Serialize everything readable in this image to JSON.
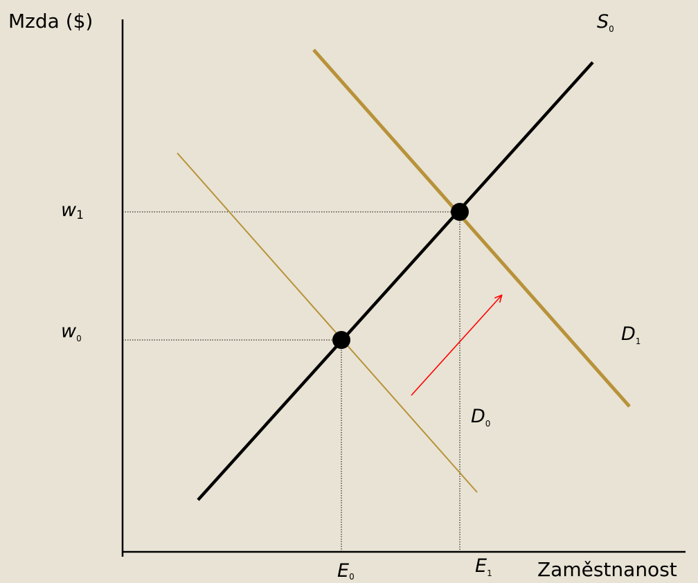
{
  "axes": {
    "y_title": "Mzda ($)",
    "x_title": "Zaměstnanost"
  },
  "labels": {
    "w1_main": "w",
    "w1_sub": "1",
    "w0_main": "w",
    "w0_sub": "0",
    "s0_main": "S",
    "s0_sub": "0",
    "d1_main": "D",
    "d1_sub": "1",
    "d0_main": "D",
    "d0_sub": "0",
    "e0_main": "E",
    "e0_sub": "0",
    "e1_main": "E",
    "e1_sub": "1"
  },
  "colors": {
    "background": "#e8e3d4",
    "supply": "#000000",
    "demand": "#b8923a",
    "arrow": "#ff0000"
  }
}
